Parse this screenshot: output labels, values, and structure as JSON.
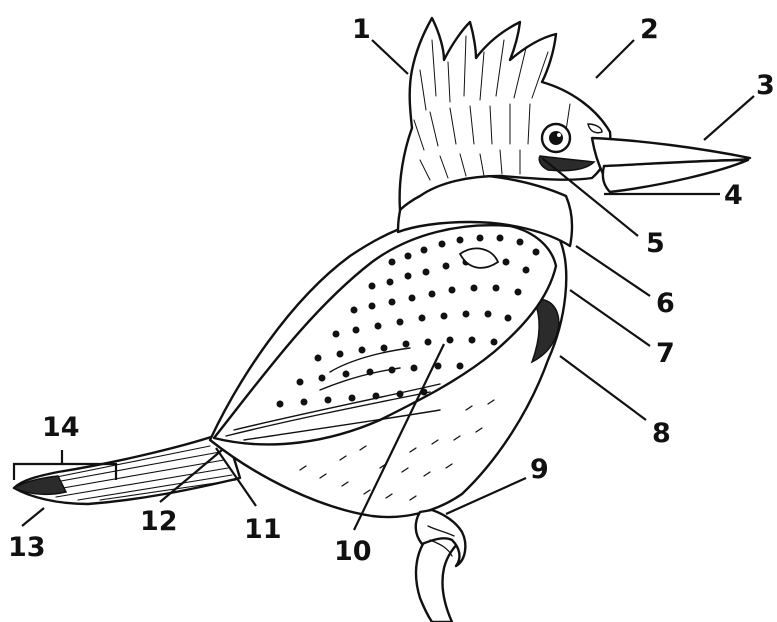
{
  "figure": {
    "subject_icon": "kingfisher-bird-illustration",
    "ink_color": "#111111",
    "background": "#ffffff"
  },
  "labels": [
    {
      "id": "1",
      "text": "1"
    },
    {
      "id": "2",
      "text": "2"
    },
    {
      "id": "3",
      "text": "3"
    },
    {
      "id": "4",
      "text": "4"
    },
    {
      "id": "5",
      "text": "5"
    },
    {
      "id": "6",
      "text": "6"
    },
    {
      "id": "7",
      "text": "7"
    },
    {
      "id": "8",
      "text": "8"
    },
    {
      "id": "9",
      "text": "9"
    },
    {
      "id": "10",
      "text": "10"
    },
    {
      "id": "11",
      "text": "11"
    },
    {
      "id": "12",
      "text": "12"
    },
    {
      "id": "13",
      "text": "13"
    },
    {
      "id": "14",
      "text": "14"
    }
  ]
}
